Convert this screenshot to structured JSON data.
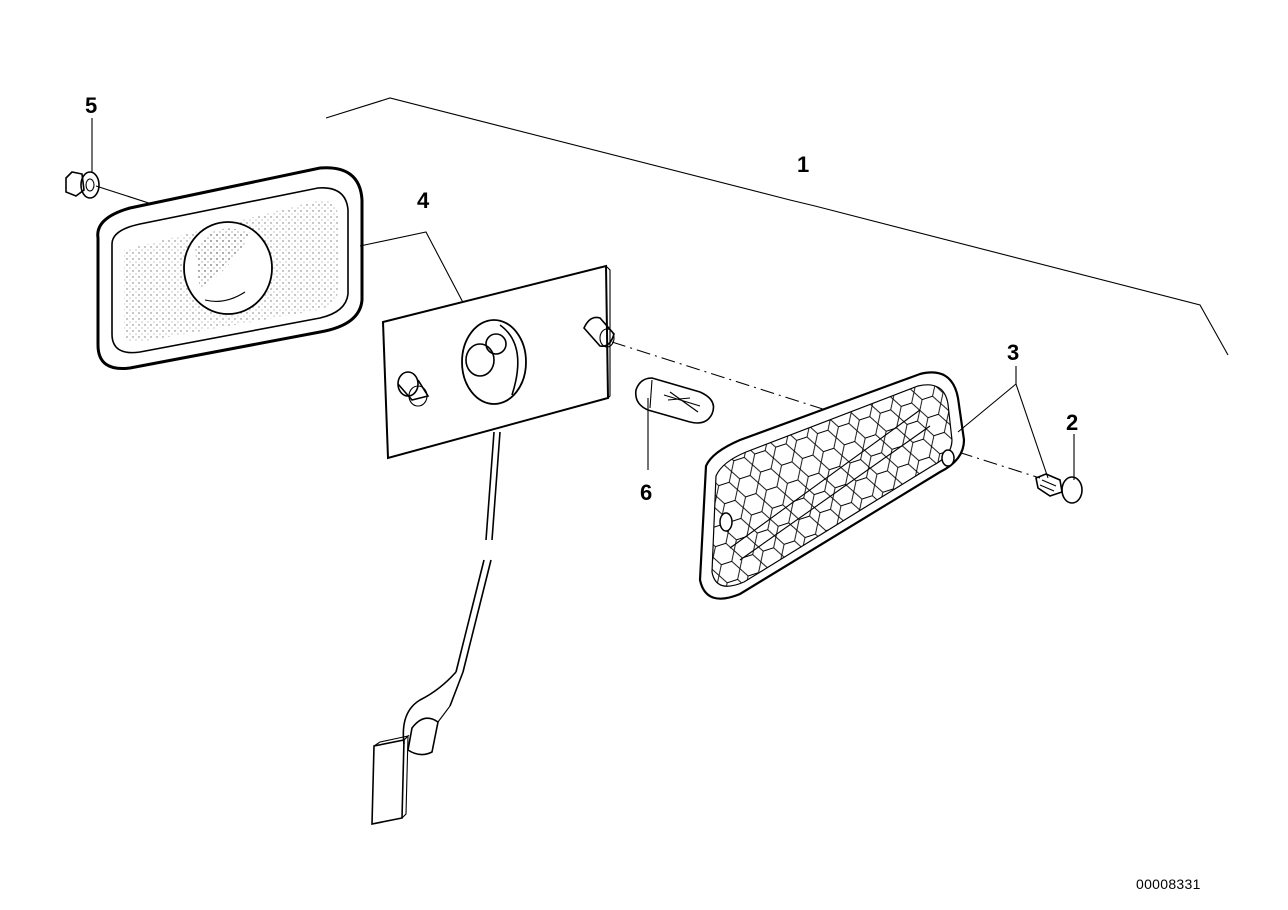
{
  "callouts": {
    "c1": "1",
    "c2": "2",
    "c3": "3",
    "c4": "4",
    "c5": "5",
    "c6": "6"
  },
  "reference_number": "00008331",
  "colors": {
    "ink": "#000000",
    "background": "#ffffff"
  }
}
